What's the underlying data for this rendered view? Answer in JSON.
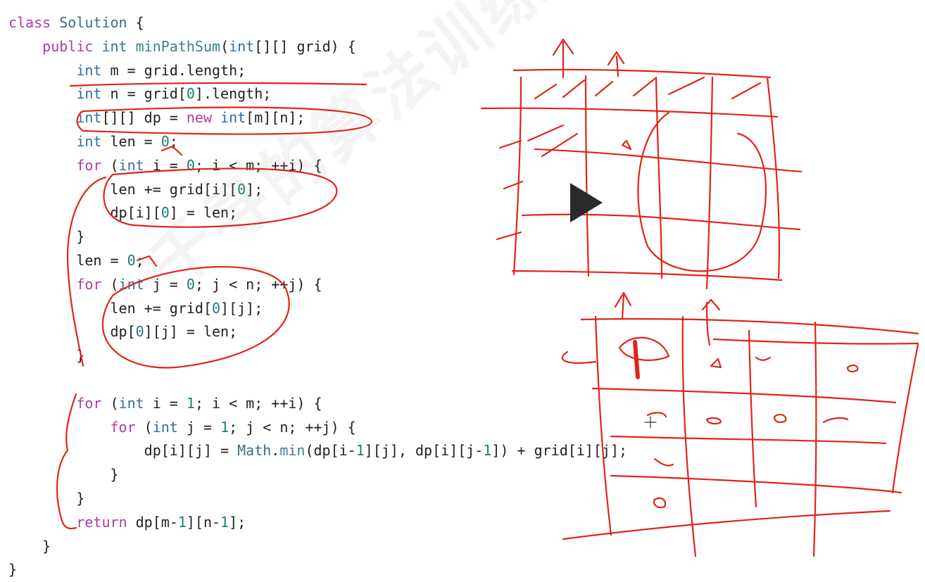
{
  "code_lines": [
    [
      {
        "t": "kw",
        "s": "class "
      },
      {
        "t": "cls",
        "s": "Solution"
      },
      {
        "t": "pl",
        "s": " {"
      }
    ],
    [
      {
        "t": "pl",
        "s": "    "
      },
      {
        "t": "kw",
        "s": "public "
      },
      {
        "t": "ty",
        "s": "int "
      },
      {
        "t": "fn",
        "s": "minPathSum"
      },
      {
        "t": "pl",
        "s": "("
      },
      {
        "t": "ty",
        "s": "int"
      },
      {
        "t": "pl",
        "s": "[][] grid) {"
      }
    ],
    [
      {
        "t": "pl",
        "s": "        "
      },
      {
        "t": "ty",
        "s": "int"
      },
      {
        "t": "pl",
        "s": " m = grid.length;"
      }
    ],
    [
      {
        "t": "pl",
        "s": "        "
      },
      {
        "t": "ty",
        "s": "int"
      },
      {
        "t": "pl",
        "s": " n = grid["
      },
      {
        "t": "num",
        "s": "0"
      },
      {
        "t": "pl",
        "s": "].length;"
      }
    ],
    [
      {
        "t": "pl",
        "s": "        "
      },
      {
        "t": "ty",
        "s": "int"
      },
      {
        "t": "pl",
        "s": "[][] dp = "
      },
      {
        "t": "kw",
        "s": "new "
      },
      {
        "t": "ty",
        "s": "int"
      },
      {
        "t": "pl",
        "s": "[m][n];"
      }
    ],
    [
      {
        "t": "pl",
        "s": "        "
      },
      {
        "t": "ty",
        "s": "int"
      },
      {
        "t": "pl",
        "s": " len = "
      },
      {
        "t": "num",
        "s": "0"
      },
      {
        "t": "pl",
        "s": ";"
      }
    ],
    [
      {
        "t": "pl",
        "s": "        "
      },
      {
        "t": "kw",
        "s": "for"
      },
      {
        "t": "pl",
        "s": " ("
      },
      {
        "t": "ty",
        "s": "int"
      },
      {
        "t": "pl",
        "s": " i = "
      },
      {
        "t": "num",
        "s": "0"
      },
      {
        "t": "pl",
        "s": "; i < m; ++i) {"
      }
    ],
    [
      {
        "t": "pl",
        "s": "            len += grid[i]["
      },
      {
        "t": "num",
        "s": "0"
      },
      {
        "t": "pl",
        "s": "];"
      }
    ],
    [
      {
        "t": "pl",
        "s": "            dp[i]["
      },
      {
        "t": "num",
        "s": "0"
      },
      {
        "t": "pl",
        "s": "] = len;"
      }
    ],
    [
      {
        "t": "pl",
        "s": "        }"
      }
    ],
    [
      {
        "t": "pl",
        "s": "        len = "
      },
      {
        "t": "num",
        "s": "0"
      },
      {
        "t": "pl",
        "s": ";"
      }
    ],
    [
      {
        "t": "pl",
        "s": "        "
      },
      {
        "t": "kw",
        "s": "for"
      },
      {
        "t": "pl",
        "s": " ("
      },
      {
        "t": "ty",
        "s": "int"
      },
      {
        "t": "pl",
        "s": " j = "
      },
      {
        "t": "num",
        "s": "0"
      },
      {
        "t": "pl",
        "s": "; j < n; ++j) {"
      }
    ],
    [
      {
        "t": "pl",
        "s": "            len += grid["
      },
      {
        "t": "num",
        "s": "0"
      },
      {
        "t": "pl",
        "s": "][j];"
      }
    ],
    [
      {
        "t": "pl",
        "s": "            dp["
      },
      {
        "t": "num",
        "s": "0"
      },
      {
        "t": "pl",
        "s": "][j] = len;"
      }
    ],
    [
      {
        "t": "pl",
        "s": "        }"
      }
    ],
    [
      {
        "t": "pl",
        "s": ""
      }
    ],
    [
      {
        "t": "pl",
        "s": "        "
      },
      {
        "t": "kw",
        "s": "for"
      },
      {
        "t": "pl",
        "s": " ("
      },
      {
        "t": "ty",
        "s": "int"
      },
      {
        "t": "pl",
        "s": " i = "
      },
      {
        "t": "num",
        "s": "1"
      },
      {
        "t": "pl",
        "s": "; i < m; ++i) {"
      }
    ],
    [
      {
        "t": "pl",
        "s": "            "
      },
      {
        "t": "kw",
        "s": "for"
      },
      {
        "t": "pl",
        "s": " ("
      },
      {
        "t": "ty",
        "s": "int"
      },
      {
        "t": "pl",
        "s": " j = "
      },
      {
        "t": "num",
        "s": "1"
      },
      {
        "t": "pl",
        "s": "; j < n; ++j) {"
      }
    ],
    [
      {
        "t": "pl",
        "s": "                dp[i][j] = "
      },
      {
        "t": "cls",
        "s": "Math"
      },
      {
        "t": "pl",
        "s": "."
      },
      {
        "t": "fn",
        "s": "min"
      },
      {
        "t": "pl",
        "s": "(dp[i-"
      },
      {
        "t": "num",
        "s": "1"
      },
      {
        "t": "pl",
        "s": "][j], dp[i][j-"
      },
      {
        "t": "num",
        "s": "1"
      },
      {
        "t": "pl",
        "s": "]) + grid[i][j];"
      }
    ],
    [
      {
        "t": "pl",
        "s": "            }"
      }
    ],
    [
      {
        "t": "pl",
        "s": "        }"
      }
    ],
    [
      {
        "t": "pl",
        "s": "        "
      },
      {
        "t": "kw",
        "s": "return"
      },
      {
        "t": "pl",
        "s": " dp[m-"
      },
      {
        "t": "num",
        "s": "1"
      },
      {
        "t": "pl",
        "s": "][n-"
      },
      {
        "t": "num",
        "s": "1"
      },
      {
        "t": "pl",
        "s": "];"
      }
    ],
    [
      {
        "t": "pl",
        "s": "    }"
      }
    ],
    [
      {
        "t": "pl",
        "s": "}"
      }
    ]
  ],
  "watermark": "千寻的算法训练营",
  "play_icon": "play-icon",
  "colors": {
    "keyword": "#ad3da4",
    "type": "#2f6fa0",
    "function": "#3e8087",
    "number": "#1c7d7a",
    "ink": "#e0241b"
  }
}
